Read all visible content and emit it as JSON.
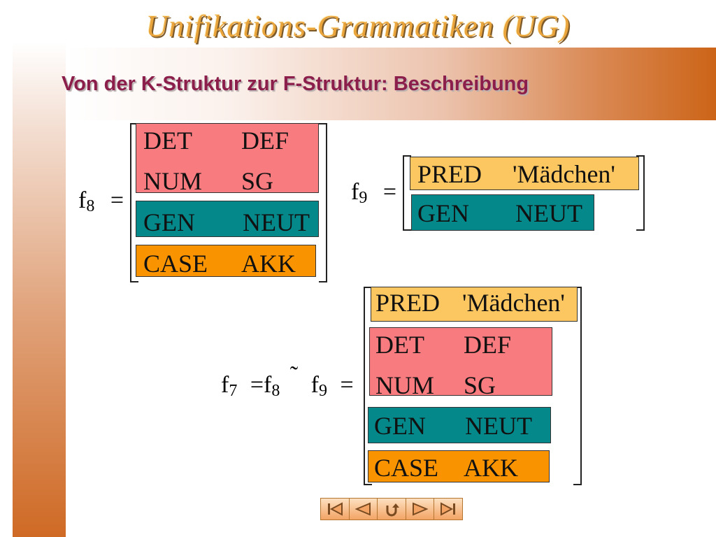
{
  "header": {
    "app_title": "Unifikations-Grammatiken (UG)",
    "slide_title": "Von der K-Struktur zur F-Struktur: Beschreibung"
  },
  "colors": {
    "pink": "#f87b7f",
    "teal": "#04888a",
    "orange": "#f99300",
    "yellow": "#fcc760",
    "title": "#8b1e4a"
  },
  "struct_f8": {
    "label": "f",
    "sub": "8",
    "eq": "=",
    "rows": [
      {
        "attr": "DET",
        "value": "DEF"
      },
      {
        "attr": "NUM",
        "value": "SG"
      },
      {
        "attr": "GEN",
        "value": "NEUT"
      },
      {
        "attr": "CASE",
        "value": "AKK"
      }
    ]
  },
  "struct_f9": {
    "label": "f",
    "sub": "9",
    "eq": "=",
    "rows": [
      {
        "attr": "PRED",
        "value": "'Mädchen'"
      },
      {
        "attr": "GEN",
        "value": "NEUT"
      }
    ]
  },
  "struct_f7": {
    "f7": "f",
    "f7_sub": "7",
    "eq1": "=",
    "f8": "f",
    "f8_sub": "8",
    "op": "˜",
    "f9": "f",
    "f9_sub": "9",
    "eq2": "=",
    "rows": [
      {
        "attr": "PRED",
        "value": "'Mädchen'"
      },
      {
        "attr": "DET",
        "value": "DEF"
      },
      {
        "attr": "NUM",
        "value": "SG"
      },
      {
        "attr": "GEN",
        "value": "NEUT"
      },
      {
        "attr": "CASE",
        "value": "AKK"
      }
    ]
  },
  "navigation": {
    "icons": [
      "first-slide-icon",
      "previous-slide-icon",
      "return-icon",
      "next-slide-icon",
      "last-slide-icon"
    ]
  }
}
